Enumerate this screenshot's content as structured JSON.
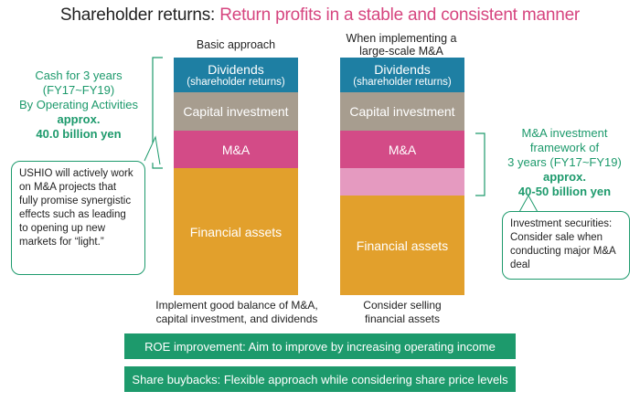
{
  "title": {
    "main": "Shareholder returns:",
    "accent": "Return profits in a stable and consistent manner"
  },
  "left_column": {
    "heading": "Basic approach",
    "blocks": {
      "dividends": "Dividends",
      "dividends_sub": "(shareholder returns)",
      "capital": "Capital investment",
      "ma": "M&A",
      "financial": "Financial assets"
    },
    "caption": "Implement good balance of M&A, capital investment, and dividends"
  },
  "right_column": {
    "heading": "When implementing a large-scale M&A",
    "blocks": {
      "dividends": "Dividends",
      "dividends_sub": "(shareholder returns)",
      "capital": "Capital investment",
      "ma": "M&A",
      "financial": "Financial assets"
    },
    "caption": "Consider selling financial assets"
  },
  "left_note": {
    "line1": "Cash for 3 years",
    "line2": "(FY17~FY19)",
    "line3": "By Operating Activities",
    "line4": "approx.",
    "line5": "40.0 billion yen"
  },
  "left_bubble": "USHIO will actively work on M&A projects that fully promise synergistic effects such as leading to opening up new markets for “light.”",
  "right_note": {
    "line1": "M&A investment",
    "line2": "framework of",
    "line3": "3 years (FY17~FY19)",
    "line4": "approx.",
    "line5": "40-50 billion yen"
  },
  "right_bubble": "Investment securities: Consider sale when conducting major M&A deal",
  "bottom_bars": {
    "roe": "ROE improvement: Aim to improve by increasing operating income",
    "buyback": "Share buybacks: Flexible approach while considering share price levels"
  },
  "colors": {
    "dividends": "#1e7fa3",
    "capital": "#a79d8f",
    "ma": "#d34b87",
    "ma_light": "#e59ac0",
    "financial": "#e2a02c",
    "green": "#1d9a6c",
    "title_accent": "#d6457f"
  }
}
